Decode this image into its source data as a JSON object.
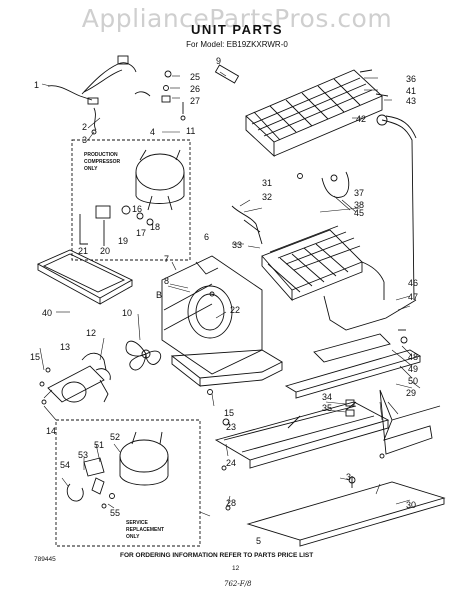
{
  "watermark": "AppliancePartsPros.com",
  "title": "UNIT PARTS",
  "model": "For Model: EB19ZKXRWR-0",
  "box_labels": {
    "production_1": "PRODUCTION",
    "production_2": "COMPRESSOR",
    "production_3": "ONLY",
    "service_1": "SERVICE",
    "service_2": "REPLACEMENT",
    "service_3": "ONLY"
  },
  "part_numbers": [
    "1",
    "2",
    "3",
    "4",
    "5",
    "6",
    "7",
    "8",
    "9",
    "10",
    "11",
    "12",
    "13",
    "14",
    "15",
    "16",
    "17",
    "18",
    "19",
    "20",
    "21",
    "22",
    "23",
    "24",
    "25",
    "26",
    "27",
    "28",
    "29",
    "30",
    "31",
    "32",
    "33",
    "34",
    "35",
    "36",
    "37",
    "38",
    "40",
    "41",
    "42",
    "43",
    "45",
    "46",
    "47",
    "48",
    "49",
    "50",
    "51",
    "52",
    "53",
    "54",
    "55",
    "B"
  ],
  "footer": {
    "part_no": "789445",
    "ordering_info": "FOR ORDERING INFORMATION REFER TO PARTS PRICE LIST",
    "page": "12",
    "handwritten": "762-F/8"
  }
}
